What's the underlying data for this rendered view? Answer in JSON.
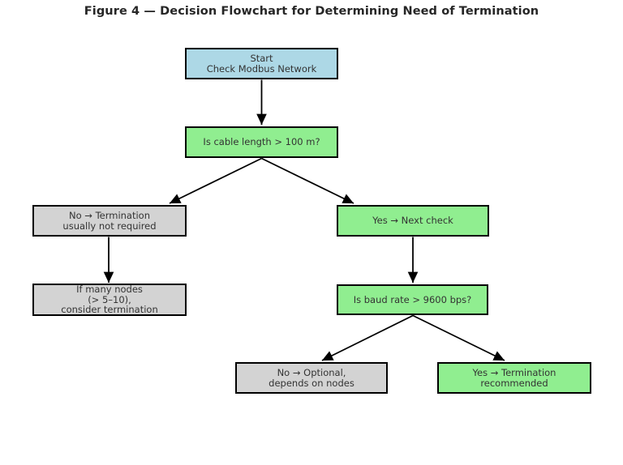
{
  "title": "Figure 4 — Decision Flowchart for Determining Need of Termination",
  "colors": {
    "start_fill": "#add8e6",
    "decision_fill": "#90ee90",
    "neutral_fill": "#d3d3d3",
    "border": "#000000",
    "arrow": "#000000",
    "text": "#333333",
    "background": "#ffffff"
  },
  "nodes": {
    "start": {
      "line1": "Start",
      "line2": "Check Modbus Network"
    },
    "cable": {
      "line1": "Is cable length > 100 m?"
    },
    "no_term": {
      "line1": "No → Termination",
      "line2": "usually not required"
    },
    "yes_next": {
      "line1": "Yes → Next check"
    },
    "many_nodes": {
      "line1": "If many nodes",
      "line2": "(> 5–10),",
      "line3": "consider termination"
    },
    "baud": {
      "line1": "Is baud rate > 9600 bps?"
    },
    "optional": {
      "line1": "No → Optional,",
      "line2": "depends on nodes"
    },
    "recommended": {
      "line1": "Yes → Termination",
      "line2": "recommended"
    }
  },
  "edges": [
    {
      "from": "start",
      "to": "cable"
    },
    {
      "from": "cable",
      "to": "no_term"
    },
    {
      "from": "cable",
      "to": "yes_next"
    },
    {
      "from": "no_term",
      "to": "many_nodes"
    },
    {
      "from": "yes_next",
      "to": "baud"
    },
    {
      "from": "baud",
      "to": "optional"
    },
    {
      "from": "baud",
      "to": "recommended"
    }
  ]
}
